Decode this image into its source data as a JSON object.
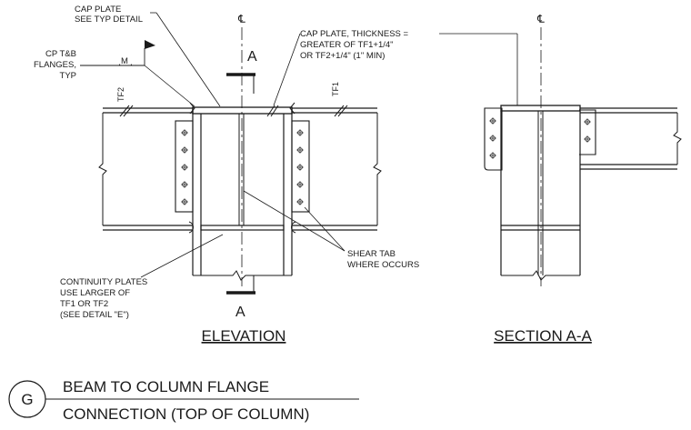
{
  "drawing": {
    "notes": {
      "cap_plate_1": "CAP PLATE",
      "cap_plate_2": "SEE TYP DETAIL",
      "cap_thk_1": "CAP PLATE, THICKNESS =",
      "cap_thk_2": "GREATER OF TF1+1/4\"",
      "cap_thk_3": "OR TF2+1/4\" (1\" MIN)",
      "cp_1": "CP T&B",
      "cp_2": "FLANGES,",
      "cp_3": "TYP",
      "weld_symbol": "M",
      "tf1": "TF1",
      "tf2": "TF2",
      "shear_1": "SHEAR TAB",
      "shear_2": "WHERE OCCURS",
      "cont_1": "CONTINUITY PLATES",
      "cont_2": "USE LARGER OF",
      "cont_3": "TF1 OR TF2",
      "cont_4": "(SEE DETAIL \"E\")"
    },
    "centerline_symbol": "℄",
    "section_mark": "A",
    "elevation_title": "ELEVATION",
    "section_title": "SECTION A-A"
  },
  "title_block": {
    "detail_letter": "G",
    "title_line_1": "BEAM TO COLUMN FLANGE",
    "title_line_2": "CONNECTION (TOP OF COLUMN)"
  }
}
